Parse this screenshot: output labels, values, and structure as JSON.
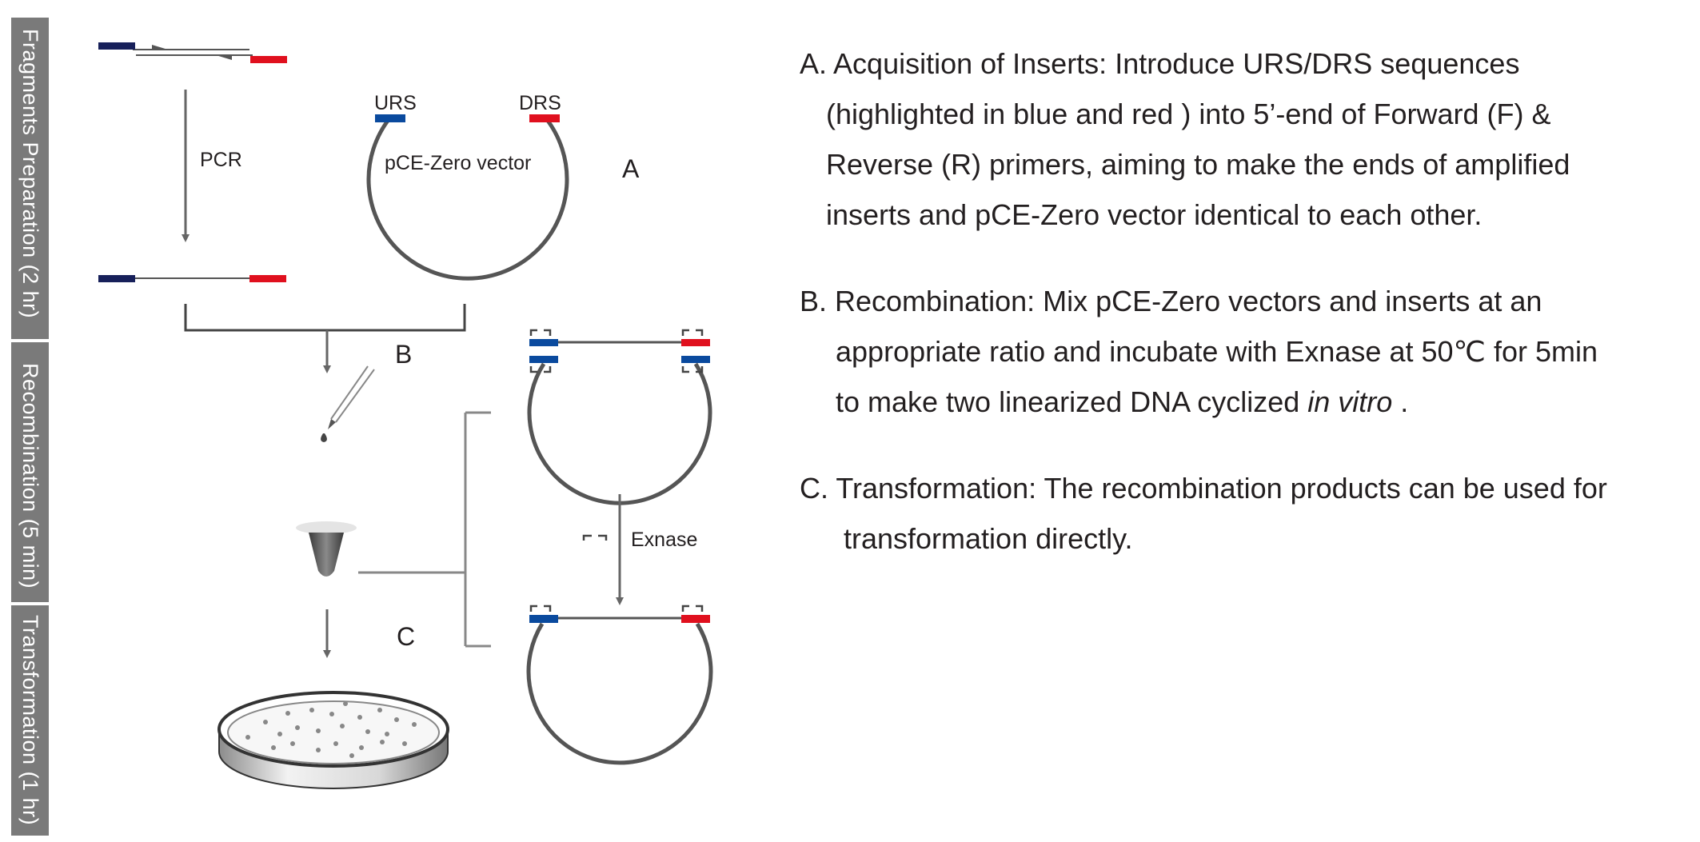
{
  "stages": [
    {
      "label": "Fragments Preparation (2 hr)"
    },
    {
      "label": "Recombination (5 min)"
    },
    {
      "label": "Transformation (1 hr)"
    }
  ],
  "diagram": {
    "pcr_label": "PCR",
    "urs_label": "URS",
    "drs_label": "DRS",
    "vector_label": "pCE-Zero vector",
    "exnase_label": "Exnase",
    "step_a": "A",
    "step_b": "B",
    "step_c": "C"
  },
  "colors": {
    "urs_blue": "#0a4a9e",
    "drs_red": "#e0101e",
    "primer_navy": "#17205a",
    "stage_bar": "#7a7a7a",
    "line_gray": "#555555"
  },
  "description": {
    "a": {
      "line1": "A. Acquisition of Inserts: Introduce URS/DRS sequences",
      "line2": "(highlighted in blue and red ) into 5’-end of Forward (F) &",
      "line3": "Reverse (R) primers, aiming to make the ends of amplified",
      "line4": "inserts and pCE-Zero vector identical to each other."
    },
    "b": {
      "line1": "B. Recombination: Mix pCE-Zero vectors and inserts at an",
      "line2": "appropriate ratio and incubate with Exnase at 50℃ for 5min",
      "line3_prefix": "to make two linearized DNA cyclized ",
      "line3_italic": "in vitro",
      "line3_suffix": " ."
    },
    "c": {
      "line1": "C. Transformation: The recombination products can be used for",
      "line2": "transformation directly."
    }
  }
}
